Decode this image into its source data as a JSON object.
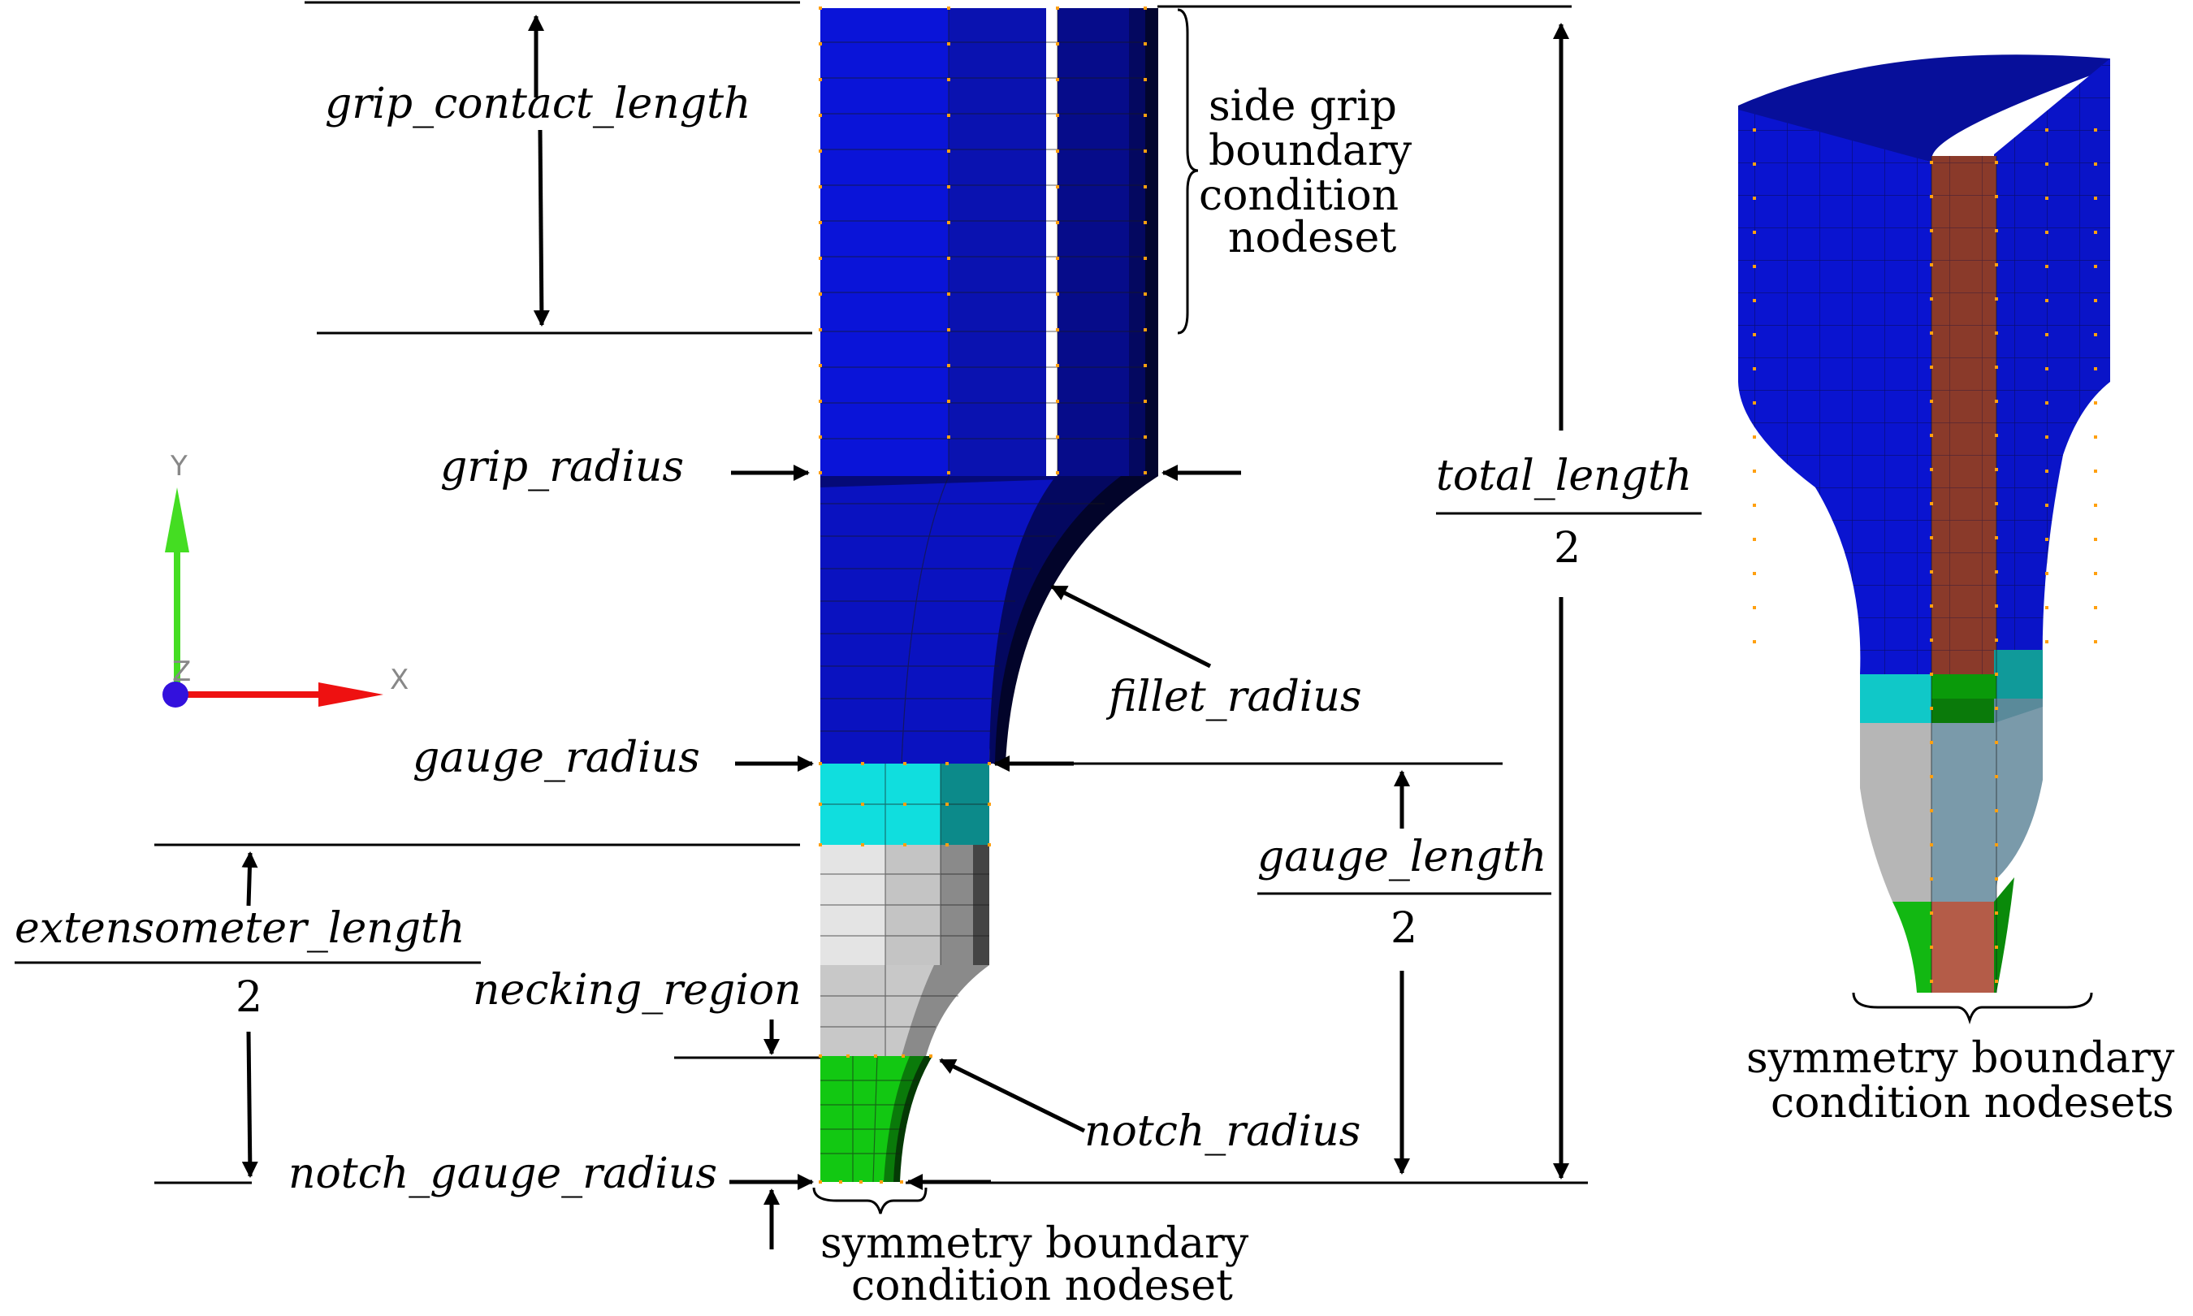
{
  "labels": {
    "grip_contact_length": "grip_contact_length",
    "side_grip_1": "side grip",
    "side_grip_2": "boundary",
    "side_grip_3": "condition",
    "side_grip_4": "nodeset",
    "grip_radius": "grip_radius",
    "total_length_num": "total_length",
    "total_length_den": "2",
    "fillet_radius": "fillet_radius",
    "gauge_radius": "gauge_radius",
    "gauge_length_num": "gauge_length",
    "gauge_length_den": "2",
    "extensometer_length_num": "extensometer_length",
    "extensometer_length_den": "2",
    "necking_region": "necking_region",
    "notch_radius": "notch_radius",
    "notch_gauge_radius": "notch_gauge_radius",
    "symmetry_2d_1": "symmetry boundary",
    "symmetry_2d_2": "condition nodeset",
    "symmetry_3d_1": "symmetry boundary",
    "symmetry_3d_2": "condition nodesets"
  },
  "axes": {
    "y": "Y",
    "x": "X",
    "z": "Z"
  },
  "colors": {
    "grip_blue": "#0a14d8",
    "fillet_blue": "#0a12b8",
    "dark_blue": "#050a78",
    "gauge_cyan": "#10dede",
    "necking_gray": "#d0d0d0",
    "notch_green": "#12c812",
    "symmetry_brown": "#8a3a2a",
    "node_orange": "#ffa010",
    "axis_green": "#44dd22",
    "axis_red": "#ee1111",
    "axis_blue": "#3311dd"
  }
}
